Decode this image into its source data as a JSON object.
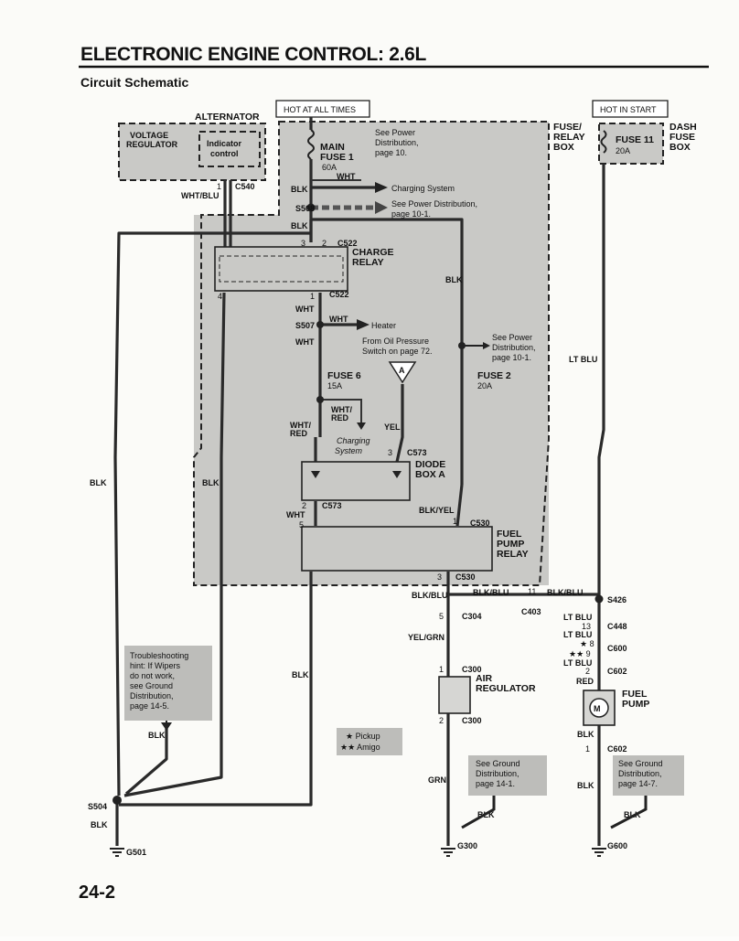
{
  "header": {
    "title": "ELECTRONIC ENGINE CONTROL: 2.6L",
    "subtitle": "Circuit Schematic",
    "page_number": "24-2"
  },
  "top_boxes": {
    "hot_at_all_times": "HOT AT ALL TIMES",
    "hot_in_start": "HOT IN START"
  },
  "fuse_relay_box": [
    "FUSE/",
    "RELAY",
    "BOX"
  ],
  "dash_fuse_box": [
    "DASH",
    "FUSE",
    "BOX"
  ],
  "alternator": {
    "label": "ALTERNATOR",
    "voltage_regulator": [
      "VOLTAGE",
      "REGULATOR"
    ],
    "indicator_control": [
      "Indicator",
      "control"
    ]
  },
  "main_fuse": {
    "name": [
      "MAIN",
      "FUSE 1"
    ],
    "rating": "60A"
  },
  "fuse_11": {
    "name": "FUSE 11",
    "rating": "20A"
  },
  "fuse_6": {
    "name": "FUSE 6",
    "rating": "15A"
  },
  "fuse_2": {
    "name": "FUSE 2",
    "rating": "20A"
  },
  "refs": {
    "power_10": [
      "See Power",
      "Distribution,",
      "page 10."
    ],
    "charging_system": "Charging System",
    "power_10_1_top": [
      "See Power Distribution,",
      "page 10-1."
    ],
    "heater": "Heater",
    "oil_pressure": [
      "From Oil Pressure",
      "Switch on page 72."
    ],
    "power_10_1_right": [
      "See Power",
      "Distribution,",
      "page 10-1."
    ],
    "charging_system_italic": [
      "Charging",
      "System"
    ]
  },
  "components": {
    "charge_relay": [
      "CHARGE",
      "RELAY"
    ],
    "diode_box": [
      "DIODE",
      "BOX A"
    ],
    "fuel_pump_relay": [
      "FUEL",
      "PUMP",
      "RELAY"
    ],
    "air_regulator": [
      "AIR",
      "REGULATOR"
    ],
    "fuel_pump": [
      "FUEL",
      "PUMP"
    ],
    "connector_a": "A"
  },
  "connectors": {
    "c540": "C540",
    "s508": "S508",
    "c522_top": "C522",
    "c522_bot": "C522",
    "s507": "S507",
    "c573_top": "C573",
    "c573_bot": "C573",
    "c530_top": "C530",
    "c530_bot": "C530",
    "c403": "C403",
    "s426": "S426",
    "c304": "C304",
    "c448": "C448",
    "c600": "C600",
    "c602_top": "C602",
    "c300_top": "C300",
    "c300_bot": "C300",
    "c602_bot": "C602",
    "s504": "S504",
    "g501": "G501",
    "g300": "G300",
    "g600": "G600"
  },
  "pins": {
    "p1_c540": "1",
    "p3_c522": "3",
    "p2_c522": "2",
    "p4_c522": "4",
    "p1_c522": "1",
    "p3_c573": "3",
    "p2_c573": "2",
    "p5_fpr": "5",
    "p1_c530": "1",
    "p3_c530": "3",
    "p11_c403": "11",
    "p5_c304": "5",
    "p13_c448": "13",
    "p8_c600": "★ 8",
    "p9_c600": "★★ 9",
    "p2_c602": "2",
    "p1_c300": "1",
    "p2_c300": "2",
    "p1_c602": "1"
  },
  "wires": {
    "wht_blu": "WHT/BLU",
    "blk_1": "BLK",
    "wht_1": "WHT",
    "blk_2": "BLK",
    "blk_3": "BLK",
    "wht_2": "WHT",
    "wht_3": "WHT",
    "wht_4": "WHT",
    "wht_red_1": [
      "WHT/",
      "RED"
    ],
    "wht_red_2": [
      "WHT/",
      "RED"
    ],
    "yel": "YEL",
    "wht_5": "WHT",
    "blk_yel": "BLK/YEL",
    "blk_blu_1": "BLK/BLU",
    "blk_blu_2": "BLK/BLU",
    "blk_blu_3": "BLK/BLU",
    "yel_grn": "YEL/GRN",
    "grn": "GRN",
    "lt_blu_1": "LT BLU",
    "lt_blu_2": "LT BLU",
    "lt_blu_3": "LT BLU",
    "lt_blu_4": "LT BLU",
    "red": "RED",
    "blk_left": "BLK",
    "blk_inner": "BLK",
    "blk_mid": "BLK",
    "blk_fp1": "BLK",
    "blk_fp2": "BLK",
    "blk_s504": "BLK",
    "blk_g300": "BLK",
    "blk_g600": "BLK",
    "blk_g_hint": "BLK"
  },
  "notes": {
    "troubleshooting": [
      "Troubleshooting",
      "hint: If Wipers",
      "do not work,",
      "see Ground",
      "Distribution,",
      "page 14-5."
    ],
    "legend": [
      "★ Pickup",
      "★★ Amigo"
    ],
    "ground_14_1": [
      "See Ground",
      "Distribution,",
      "page 14-1."
    ],
    "ground_14_7": [
      "See Ground",
      "Distribution,",
      "page 14-7."
    ]
  }
}
